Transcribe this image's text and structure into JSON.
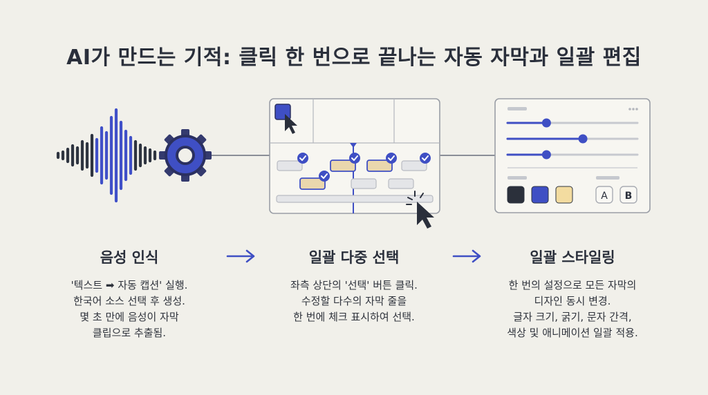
{
  "title": "AI가 만드는 기적: 클릭 한 번으로 끝나는 자동 자막과 일괄 편집",
  "steps": [
    {
      "heading": "음성 인식",
      "lines": [
        "'텍스트 ➡ 자동 캡션' 실행.",
        "한국어 소스 선택 후 생성.",
        "몇 초 만에 음성이 자막",
        "클립으로 추출됨."
      ]
    },
    {
      "heading": "일괄 다중 선택",
      "lines": [
        "좌측 상단의 '선택' 버튼 클릭.",
        "수정할 다수의 자막 줄을",
        "한 번에 체크 표시하여 선택."
      ]
    },
    {
      "heading": "일괄 스타일링",
      "lines": [
        "한 번의 설정으로 모든 자막의",
        "디자인 동시 변경.",
        "글자 크기, 굵기, 문자 간격,",
        "색상 및 애니메이션 일괄 적용."
      ]
    }
  ],
  "style_panel": {
    "button_a": "A",
    "button_b": "B",
    "slider_levels": [
      0.3,
      0.58,
      0.3
    ],
    "swatches": [
      "#2b303b",
      "#3f4fc4",
      "#f3dca0"
    ]
  },
  "colors": {
    "accent": "#4050c8",
    "dark": "#2e3440",
    "background": "#f1f0ea"
  },
  "icons": [
    "waveform-icon",
    "gear-icon",
    "cursor-icon",
    "check-icon",
    "arrow-right-icon"
  ]
}
